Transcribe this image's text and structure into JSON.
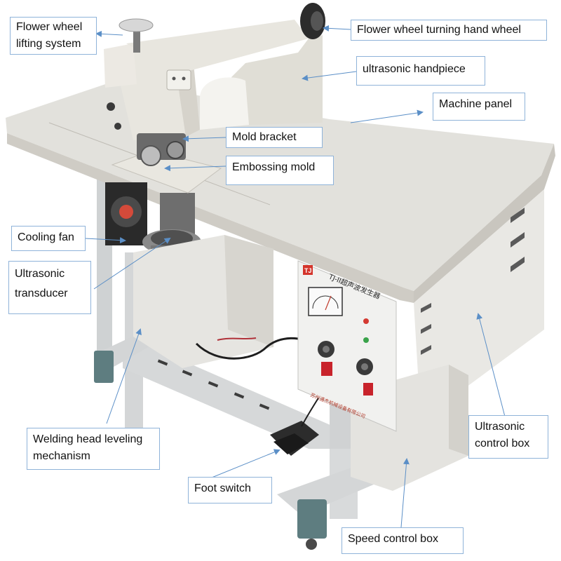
{
  "colors": {
    "background": "#ffffff",
    "label_border": "#8fb3d9",
    "leader_line": "#5b8fc7",
    "machine_body": "#e8e6df",
    "table_top": "#e2e1dc",
    "frame": "#d9dbdc",
    "foot_cap": "#5e7d80",
    "panel_face": "#f1f1ef"
  },
  "panel": {
    "brand_mark": "TJ",
    "title": "TJ-II超声波发生器",
    "maker": "苏州通杰机械设备有限公司"
  },
  "labels": {
    "flower_wheel_lifting": [
      "Flower wheel",
      "lifting system"
    ],
    "turning_hand_wheel": "Flower wheel turning hand wheel",
    "handpiece": "ultrasonic handpiece",
    "machine_panel": "Machine panel",
    "mold_bracket": "Mold bracket",
    "embossing_mold": "Embossing mold",
    "cooling_fan": "Cooling fan",
    "transducer": [
      "Ultrasonic",
      "transducer"
    ],
    "leveling_mechanism": [
      "Welding head leveling",
      "mechanism"
    ],
    "foot_switch": "Foot switch",
    "control_box": [
      "Ultrasonic",
      "control box"
    ],
    "speed_box": "Speed control box"
  }
}
